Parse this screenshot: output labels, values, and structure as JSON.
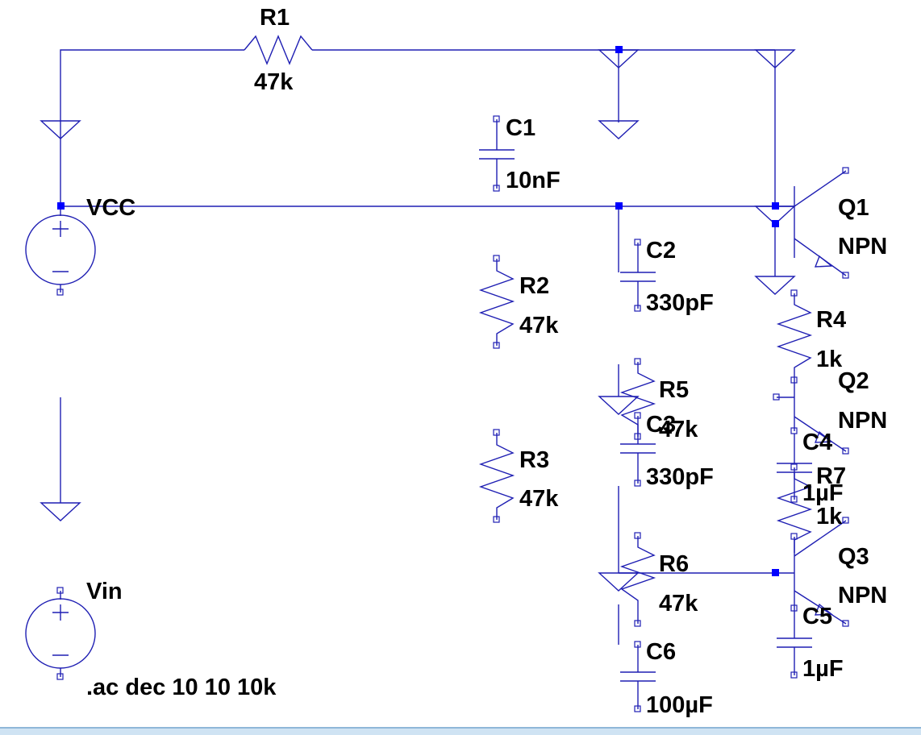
{
  "schematic": {
    "components": {
      "r1": {
        "ref": "R1",
        "value": "47k"
      },
      "c1": {
        "ref": "C1",
        "value": "10nF"
      },
      "vcc": {
        "ref": "VCC"
      },
      "q1": {
        "ref": "Q1",
        "value": "NPN"
      },
      "c2": {
        "ref": "C2",
        "value": "330pF"
      },
      "r2": {
        "ref": "R2",
        "value": "47k"
      },
      "r4": {
        "ref": "R4",
        "value": "1k"
      },
      "q2": {
        "ref": "Q2",
        "value": "NPN"
      },
      "r5": {
        "ref": "R5",
        "value": "47k"
      },
      "c3": {
        "ref": "C3",
        "value": "330pF"
      },
      "c4": {
        "ref": "C4",
        "value": "1µF"
      },
      "r7": {
        "ref": "R7",
        "value": "1k"
      },
      "r3": {
        "ref": "R3",
        "value": "47k"
      },
      "q3": {
        "ref": "Q3",
        "value": "NPN"
      },
      "r6": {
        "ref": "R6",
        "value": "47k"
      },
      "c5": {
        "ref": "C5",
        "value": "1µF"
      },
      "c6": {
        "ref": "C6",
        "value": "100µF"
      },
      "vin": {
        "ref": "Vin"
      }
    },
    "directive": ".ac dec 10 10 10k",
    "colors": {
      "wire": "#1f1fb3",
      "junction": "#0000ff",
      "text": "#000000",
      "background": "#ffffff"
    }
  }
}
